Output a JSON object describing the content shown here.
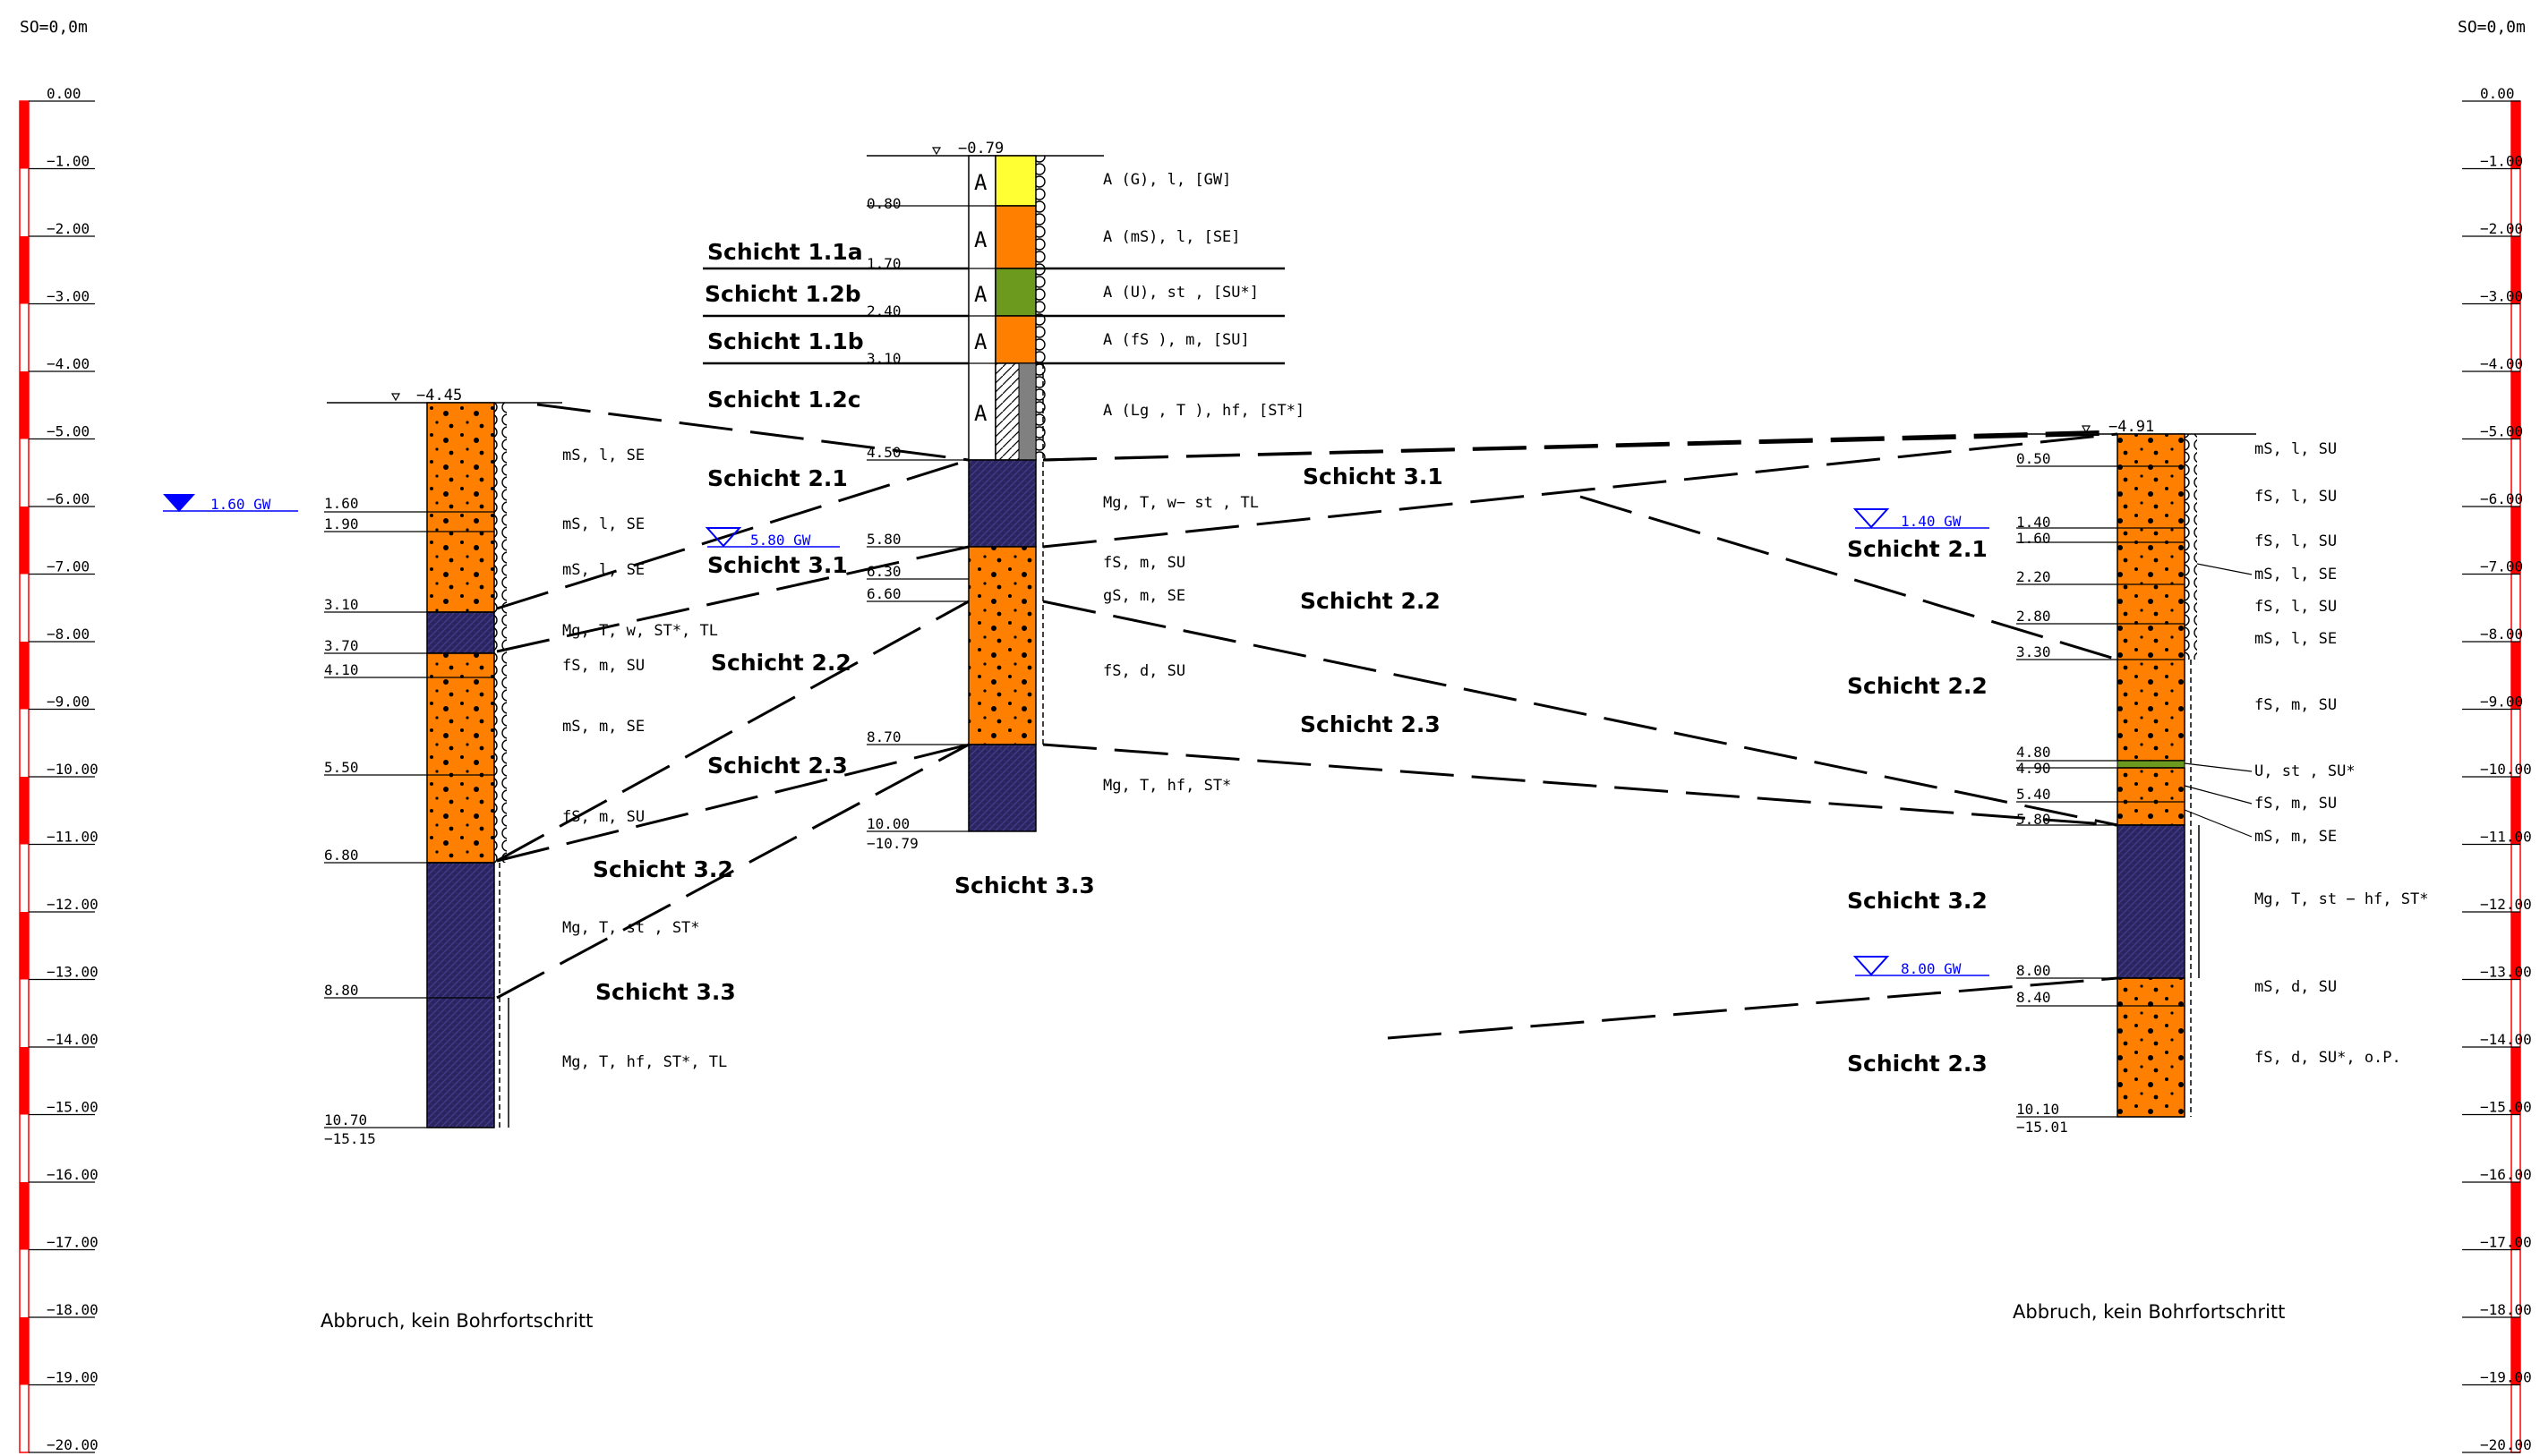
{
  "datum": "SO=0,0m",
  "colors": {
    "sand": "#ff8000",
    "marl": "#252560",
    "yellow": "#ffff33",
    "green": "#6b9a1e",
    "grey": "#808080",
    "scale_red": "#ff0000",
    "gw_blue": "#0000ff"
  },
  "scale_labels": [
    "0.00",
    "−1.00",
    "−2.00",
    "−3.00",
    "−4.00",
    "−5.00",
    "−6.00",
    "−7.00",
    "−8.00",
    "−9.00",
    "−10.00",
    "−11.00",
    "−12.00",
    "−13.00",
    "−14.00",
    "−15.00",
    "−16.00",
    "−17.00",
    "−18.00",
    "−19.00",
    "−20.00"
  ],
  "boreholes": [
    {
      "id": "left",
      "top": "−4.45",
      "bottom": "−15.15",
      "gw": [
        "1.60 GW"
      ],
      "depths": [
        "1.60",
        "1.90",
        "3.10",
        "3.70",
        "4.10",
        "5.50",
        "6.80",
        "8.80",
        "10.70"
      ],
      "descriptions": [
        "mS,  l,  SE",
        "mS,  l,  SE",
        "mS,  l,  SE",
        "Mg,  T,  w,  ST*, TL",
        "fS,  m,  SU",
        "mS,  m,  SE",
        "fS,  m,  SU",
        "Mg,  T,  st  ,  ST*",
        "Mg,  T,  hf,  ST*, TL"
      ],
      "note": "Abbruch,  kein  Bohrfortschritt"
    },
    {
      "id": "middle",
      "top": "−0.79",
      "bottom": "−10.79",
      "gw": [
        "5.80 GW"
      ],
      "depths": [
        "0.80",
        "1.70",
        "2.40",
        "3.10",
        "4.50",
        "5.80",
        "6.30",
        "6.60",
        "8.70",
        "10.00"
      ],
      "fill_marks": [
        "A",
        "A",
        "A",
        "A",
        "A"
      ],
      "descriptions": [
        "A (G),   l,  [GW]",
        "A (mS),   l,  [SE]",
        "A (U),   st  ,  [SU*]",
        "A (fS ),  m,  [SU]",
        "A (Lg , T ),  hf,  [ST*]",
        "Mg,  T,  w− st  ,  TL",
        "fS,  m,  SU",
        "gS,  m,  SE",
        "fS,  d,  SU",
        "Mg,  T,  hf,  ST*"
      ]
    },
    {
      "id": "right",
      "top": "−4.91",
      "bottom": "−15.01",
      "gw": [
        "1.40 GW",
        "8.00 GW"
      ],
      "depths": [
        "0.50",
        "1.40",
        "1.60",
        "2.20",
        "2.80",
        "3.30",
        "4.80",
        "4.90",
        "5.40",
        "5.80",
        "8.00",
        "8.40",
        "10.10"
      ],
      "descriptions": [
        "mS,   l,  SU",
        "fS,   l,  SU",
        "fS,   l,  SU",
        "mS,   l,  SE",
        "fS,   l,  SU",
        "mS,   l,  SE",
        "fS,  m,  SU",
        "U,  st ,  SU*",
        "fS,  m,  SU",
        "mS,  m,  SE",
        "Mg,  T,  st  − hf,  ST*",
        "mS,  d,  SU",
        "fS,  d,  SU*, o.P."
      ],
      "note": "Abbruch,  kein  Bohrfortschritt"
    }
  ],
  "layers": [
    "Schicht 1.1a",
    "Schicht 1.2b",
    "Schicht 1.1b",
    "Schicht 1.2c",
    "Schicht 2.1",
    "Schicht 3.1",
    "Schicht 2.2",
    "Schicht 2.3",
    "Schicht 3.2",
    "Schicht 3.3",
    "Schicht 3.1",
    "Schicht 2.2",
    "Schicht 2.3",
    "Schicht 3.3",
    "Schicht 2.1",
    "Schicht 2.2",
    "Schicht 3.2",
    "Schicht 2.3"
  ]
}
